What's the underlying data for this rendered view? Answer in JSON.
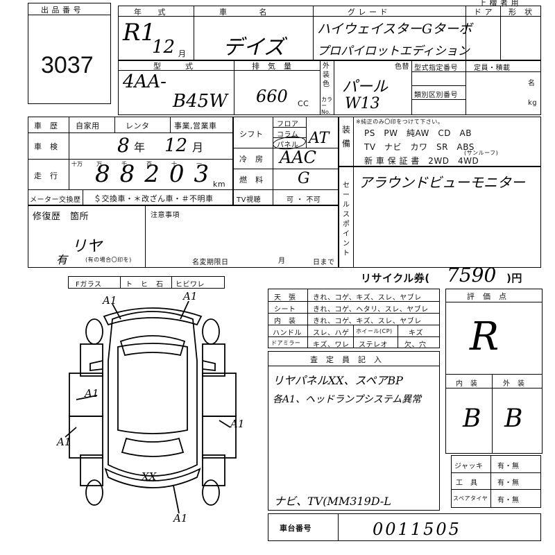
{
  "header": {
    "lot_no_label": "出 品 番 号",
    "lot_no": "3037",
    "year_label": "年　　式",
    "model_label": "車　　　　名",
    "grade_label": "グ レ ー ド",
    "doors_label": "ド ア",
    "shape_label": "形　状",
    "top_right_label": "上 檀 者 用"
  },
  "vehicle": {
    "year_era": "R1",
    "year_month": "12",
    "month_unit": "月",
    "model_name": "デイズ",
    "grade_line1": "ハイウェイスターGターボ",
    "grade_line2": "プロパイロットエディション",
    "type_label": "型　　　式",
    "type_code_1": "4AA-",
    "type_code_2": "B45W",
    "displacement_label": "排　気　量",
    "displacement": "660",
    "displacement_unit": "CC",
    "exterior_color_label": "外装色",
    "color_no_label": "カラーNo.",
    "color_label": "色替",
    "color_value": "パール",
    "color_code": "W13",
    "type_designation_label": "型式指定番号",
    "category_label": "類別区別番号",
    "capacity_label": "定員・積載",
    "capacity_unit1": "名",
    "capacity_unit2": "kg"
  },
  "history": {
    "label": "車　歴",
    "options": [
      "自家用",
      "レンタ",
      "事業,営業車"
    ],
    "inspection_label": "車　検",
    "inspection_value": "8",
    "inspection_year": "年",
    "inspection_month": "12",
    "inspection_month_unit": "月",
    "mileage_label": "走　行",
    "mileage_value": "88203",
    "mileage_unit": "km",
    "mileage_digit_labels": [
      "十万",
      "万",
      "千",
      "百",
      "十",
      "一"
    ],
    "meter_label": "メーター交換歴",
    "meter_options": "＄交換車・＊改ざん車・＃不明車"
  },
  "drivetrain": {
    "shift_label": "シフト",
    "shift_options": [
      "フロア",
      "コラム",
      "パネル"
    ],
    "shift_value": "AT",
    "ac_label": "冷　房",
    "ac_value": "AAC",
    "fuel_label": "燃　料",
    "fuel_value": "G",
    "tv_label": "TV視聴",
    "tv_options": "可 ・ 不可"
  },
  "equipment": {
    "label": "装備",
    "note": "※純正のみ〇印をつけて下さい。",
    "row1": "PS　PW　純AW　CD　AB",
    "row2": "TV　ナビ　カワ　SR　ABS",
    "sunroof_note": "(サンルーフ)",
    "row3": "新 車 保 証 書　2WD　4WD"
  },
  "sales_point": {
    "label": "セールスポイント",
    "text": "アラウンドビューモニター"
  },
  "repair": {
    "label": "修復歴　箇所",
    "value": "リヤ",
    "marker": "有",
    "note": "(有の場合〇印を)",
    "notes_label": "注意事項",
    "registration_label": "名変期限日",
    "month_label": "月",
    "day_label": "日まで"
  },
  "recycle": {
    "label": "リサイクル券(",
    "value": "7590",
    "unit": ")円"
  },
  "glass": {
    "label": "Fガラス",
    "options": [
      "ト",
      "ヒ",
      "石",
      "ヒビワレ"
    ]
  },
  "condition": {
    "rows": [
      {
        "label": "天　張",
        "options": "きれ、コゲ、キズ、スレ、ヤブレ"
      },
      {
        "label": "シート",
        "options": "きれ、コゲ、ヘタリ、スレ、ヤブレ"
      },
      {
        "label": "内　装",
        "options": "きれ、コゲ、キズ、スレ、ヤブレ"
      }
    ],
    "handle_label": "ハンドル",
    "handle_options": "スレ、ハゲ",
    "wheel_label": "ホイール(CP)",
    "wheel_value": "キズ",
    "mirror_label": "ドアミラー",
    "mirror_options": "キズ、ワレ",
    "stereo_label": "ステレオ",
    "stereo_options": "欠、穴"
  },
  "inspector": {
    "label": "査　定　員　記　入",
    "line1": "リヤパネルXX、スペアBP",
    "line2": "各A1、ヘッドランプシステム異常",
    "line3": "ナビ、TV(MM319D-L"
  },
  "grade": {
    "label": "評　価　点",
    "value": "R",
    "interior_label": "内　装",
    "exterior_label": "外　装",
    "interior_value": "B",
    "exterior_value": "B"
  },
  "accessories": {
    "rows": [
      {
        "label": "ジャッキ",
        "options": "有・無"
      },
      {
        "label": "工　具",
        "options": "有・無"
      },
      {
        "label": "スペアタイヤ",
        "options": "有・無"
      }
    ]
  },
  "chassis": {
    "label": "車台番号",
    "value": "0011505"
  },
  "diagram": {
    "marks": [
      "A1",
      "A1",
      "A1",
      "A1",
      "A1",
      "A1",
      "XX"
    ]
  }
}
